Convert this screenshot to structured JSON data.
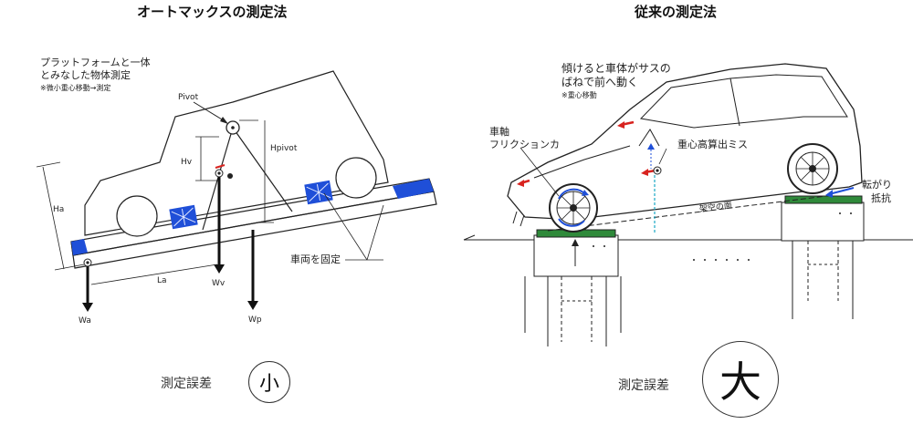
{
  "left": {
    "title": "オートマックスの測定法",
    "platform_label_1": "プラットフォームと一体",
    "platform_label_2": "とみなした物体測定",
    "platform_note": "※微小重心移動→測定",
    "pivot": "Pivot",
    "h_pivot": "Hpivot",
    "hv": "Hv",
    "ha": "Ha",
    "la": "La",
    "wa": "Wa",
    "wv": "Wv",
    "wp": "Wp",
    "fixed_label": "車両を固定",
    "error_label": "測定誤差",
    "error_value": "小"
  },
  "right": {
    "title": "従来の測定法",
    "tilt_label_1": "傾けると車体がサスの",
    "tilt_label_2": "ばねで前へ動く",
    "tilt_note": "※重心移動",
    "axle_label_1": "車軸",
    "axle_label_2": "フリクションカ",
    "cg_error": "重心高算出ミス",
    "rolling_label_1": "転がり",
    "rolling_label_2": "抵抗",
    "overhead_label": "架空の面",
    "error_label": "測定誤差",
    "error_value": "大"
  },
  "colors": {
    "accent_blue": "#1f4fd8",
    "accent_red": "#d8231f",
    "accent_green": "#2f8a3a",
    "accent_cyan": "#19a8c4",
    "line": "#222222"
  }
}
